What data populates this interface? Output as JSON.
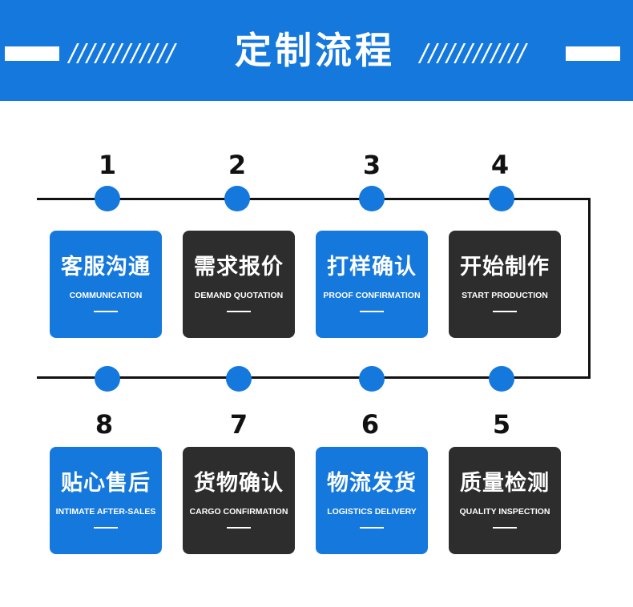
{
  "header": {
    "title": "定制流程",
    "left_slashes": "////////////",
    "right_slashes": "////////////"
  },
  "colors": {
    "accent": "#1478dc",
    "dark_card": "#2d2d2d",
    "line": "#111111"
  },
  "steps": [
    {
      "number": "1",
      "title": "客服沟通",
      "subtitle": "COMMUNICATION",
      "style": "blue"
    },
    {
      "number": "2",
      "title": "需求报价",
      "subtitle": "DEMAND QUOTATION",
      "style": "dark"
    },
    {
      "number": "3",
      "title": "打样确认",
      "subtitle": "PROOF CONFIRMATION",
      "style": "blue"
    },
    {
      "number": "4",
      "title": "开始制作",
      "subtitle": "START PRODUCTION",
      "style": "dark"
    },
    {
      "number": "8",
      "title": "贴心售后",
      "subtitle": "INTIMATE AFTER-SALES",
      "style": "blue"
    },
    {
      "number": "7",
      "title": "货物确认",
      "subtitle": "CARGO CONFIRMATION",
      "style": "dark"
    },
    {
      "number": "6",
      "title": "物流发货",
      "subtitle": "LOGISTICS DELIVERY",
      "style": "blue"
    },
    {
      "number": "5",
      "title": "质量检测",
      "subtitle": "QUALITY INSPECTION",
      "style": "dark"
    }
  ]
}
